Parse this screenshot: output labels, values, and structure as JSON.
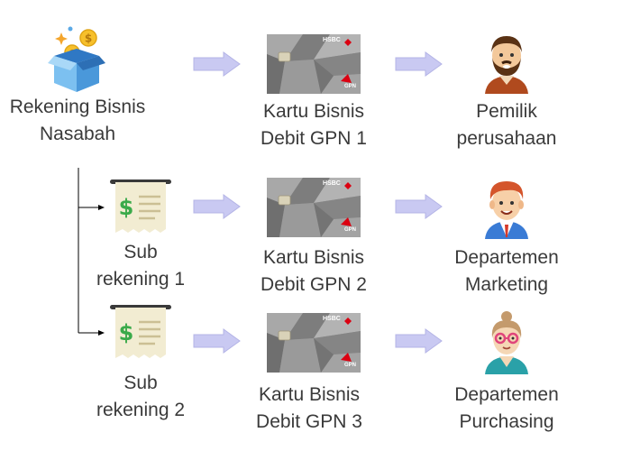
{
  "colors": {
    "arrow_fill": "#c9c9f2",
    "arrow_stroke": "#b4b4e6",
    "connector": "#000000",
    "card_base": "#8f8f8f",
    "bank_red": "#db0011"
  },
  "source": {
    "label_lines": [
      "Rekening Bisnis",
      "Nasabah"
    ],
    "icon": "money-box-icon"
  },
  "rows": [
    {
      "account": {
        "label_lines": [],
        "icon": "money-box-icon"
      },
      "card": {
        "label_lines": [
          "Kartu Bisnis",
          "Debit GPN 1"
        ],
        "bank_text": "HSBC",
        "network_text": "GPN"
      },
      "holder": {
        "label_lines": [
          "Pemilik",
          "perusahaan"
        ],
        "icon": "bearded-man-avatar-icon"
      }
    },
    {
      "account": {
        "label_lines": [
          "Sub",
          "rekening 1"
        ],
        "icon": "receipt-dollar-icon"
      },
      "card": {
        "label_lines": [
          "Kartu Bisnis",
          "Debit GPN 2"
        ],
        "bank_text": "HSBC",
        "network_text": "GPN"
      },
      "holder": {
        "label_lines": [
          "Departemen",
          "Marketing"
        ],
        "icon": "red-haired-man-avatar-icon"
      }
    },
    {
      "account": {
        "label_lines": [
          "Sub",
          "rekening 2"
        ],
        "icon": "receipt-dollar-icon"
      },
      "card": {
        "label_lines": [
          "Kartu Bisnis",
          "Debit GPN 3"
        ],
        "bank_text": "HSBC",
        "network_text": "GPN"
      },
      "holder": {
        "label_lines": [
          "Departemen",
          "Purchasing"
        ],
        "icon": "woman-glasses-avatar-icon"
      }
    }
  ]
}
